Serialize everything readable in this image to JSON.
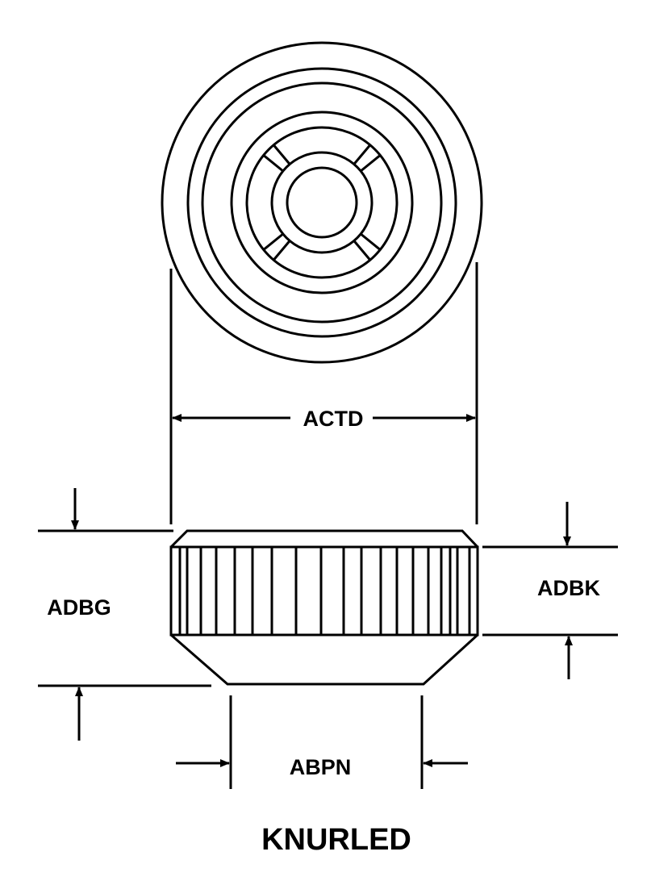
{
  "title": "KNURLED",
  "dimensions": {
    "diameter": "ACTD",
    "overall_height": "ADBG",
    "knurl_height": "ADBK",
    "base_diameter": "ABPN"
  },
  "colors": {
    "line": "#000000",
    "background": "#ffffff"
  }
}
